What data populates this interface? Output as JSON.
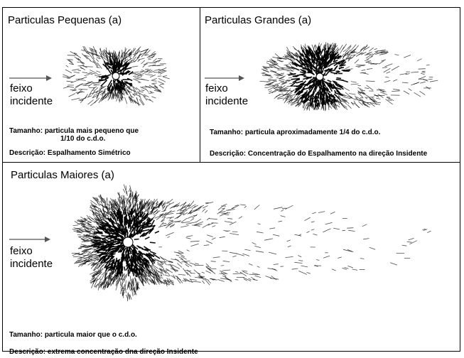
{
  "panels": [
    {
      "id": "small",
      "title": "Particulas Pequenas (a)",
      "beam_line1": "feixo",
      "beam_line2": "incidente",
      "size_label": "Tamanho: particula mais pequeno que",
      "size_label_cont": "1/10 do c.d.o.",
      "description": "Descrição: Espalhamento Simétrico"
    },
    {
      "id": "large",
      "title": "Particulas Grandes (a)",
      "beam_line1": "feixo",
      "beam_line2": "incidente",
      "size_label": "Tamanho: particula aproximadamente 1/4 do c.d.o.",
      "description": "Descrição: Concentração do Espalhamento na direção Insidente"
    },
    {
      "id": "larger",
      "title": "Particulas Maiores (a)",
      "beam_line1": "feixo",
      "beam_line2": "incidente",
      "size_label": "Tamanho: particula maior que o c.d.o.",
      "description": "Descrição: extrema concentração dna direção Insidente"
    }
  ],
  "colors": {
    "ink": "#000000",
    "background": "#ffffff",
    "highlight": "#ffffff"
  }
}
